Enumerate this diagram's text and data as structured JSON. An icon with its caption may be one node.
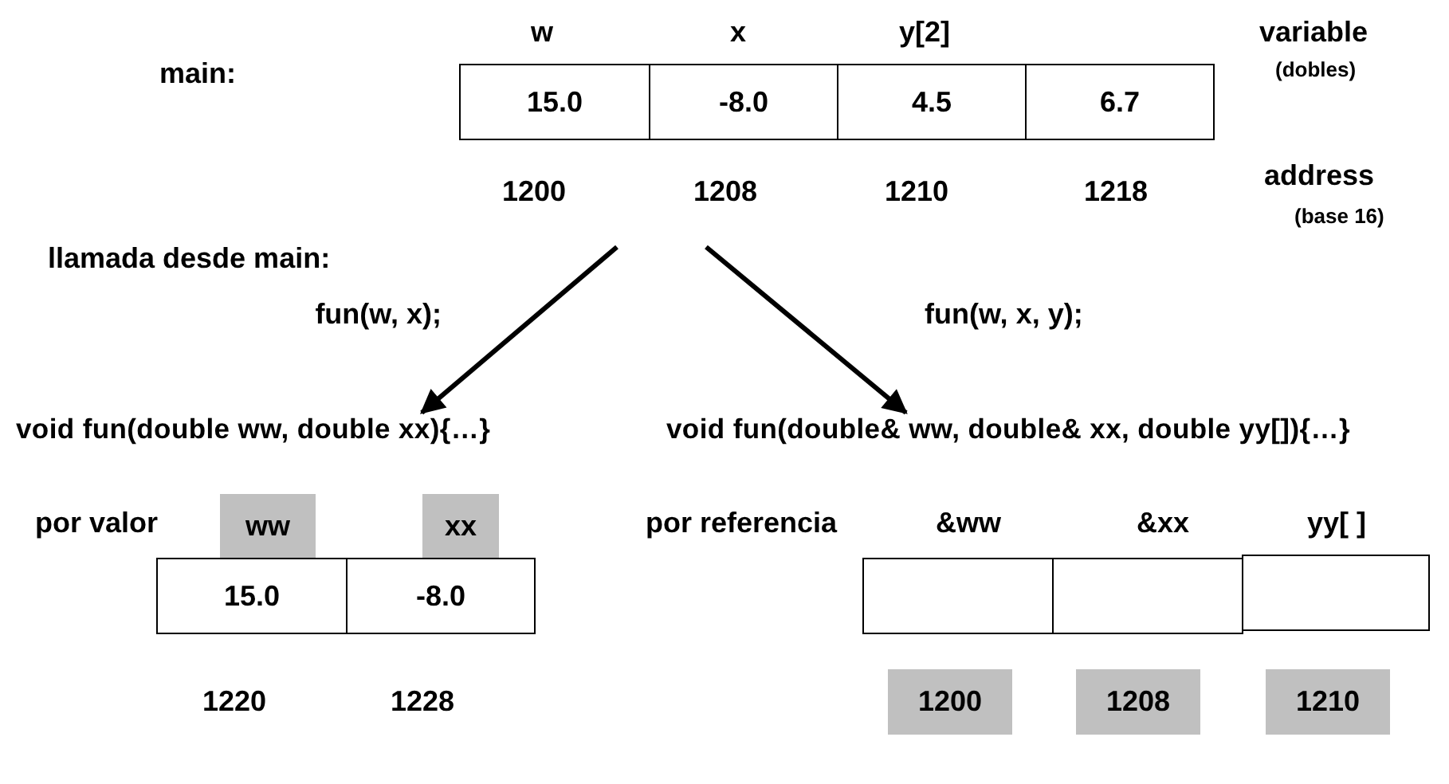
{
  "diagram": {
    "nodes": [
      {
        "text": [
          "15.0"
        ]
      },
      {
        "text": [
          "-8.0"
        ]
      },
      {
        "text": [
          "4.5"
        ]
      },
      {
        "text": [
          "6.7"
        ]
      },
      {
        "text": [
          "void fun(double ww, double xx){…}"
        ]
      },
      {
        "text": [
          "void fun(double& ww, double& xx, double yy[]){…}"
        ]
      },
      {
        "text": [
          "ww"
        ]
      },
      {
        "text": [
          "xx"
        ]
      },
      {
        "text": [
          "15.0"
        ]
      },
      {
        "text": [
          "-8.0"
        ]
      },
      {
        "text": [],
        "shape": "box"
      },
      {
        "text": [],
        "shape": "box"
      },
      {
        "text": [],
        "shape": "box"
      },
      {
        "text": [
          "1200"
        ]
      },
      {
        "text": [
          "1208"
        ]
      },
      {
        "text": [
          "1210"
        ]
      }
    ],
    "edges": [
      {
        "from": null,
        "to": 4,
        "arrow": "to"
      },
      {
        "from": null,
        "to": 5,
        "arrow": "to"
      }
    ],
    "labels": [
      "w",
      "x",
      "y[2]",
      "variable",
      "main:",
      "(dobles)",
      "1200",
      "1208",
      "1210",
      "1218",
      "address",
      "(base 16)",
      "llamada desde main:",
      "fun(w, x);",
      "fun(w, x, y);",
      "por valor",
      "por referencia",
      "&ww",
      "&xx",
      "yy[ ]",
      "1220",
      "1228"
    ]
  }
}
